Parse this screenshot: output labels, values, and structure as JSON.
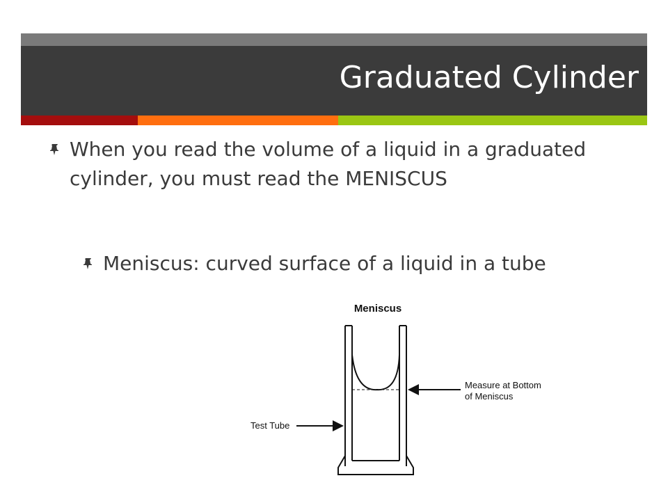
{
  "slide": {
    "title": "Graduated Cylinder"
  },
  "bullets": [
    {
      "level": 1,
      "text": "When you read the volume of a liquid in a graduated cylinder, you must read the MENISCUS"
    },
    {
      "level": 2,
      "text": "Meniscus: curved surface of a liquid in a tube"
    }
  ],
  "diagram": {
    "title": "Meniscus",
    "label_measure_line1": "Measure at Bottom",
    "label_measure_line2": "of Meniscus",
    "label_test_tube": "Test Tube"
  },
  "colors": {
    "title_bar": "#3b3b3b",
    "top_strip": "#7a7a7a",
    "accent_red": "#a40d0d",
    "accent_orange": "#ff6e0f",
    "accent_green": "#9ac613",
    "body_text": "#3a3a3a"
  },
  "icons": {
    "bullet": "pushpin-icon"
  }
}
